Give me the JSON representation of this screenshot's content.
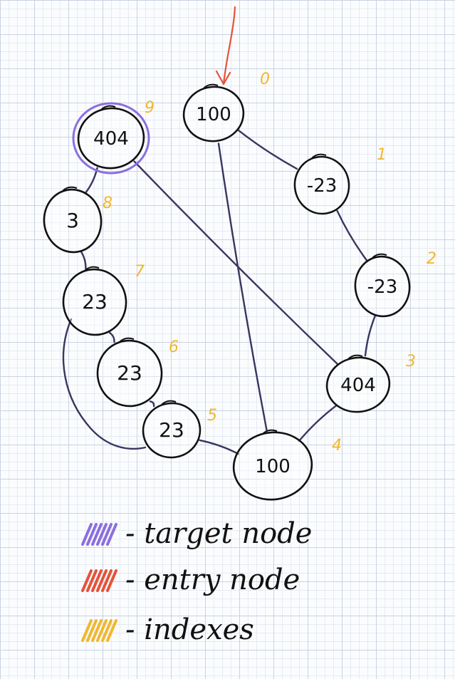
{
  "colors": {
    "edge": "#3a3560",
    "node_stroke": "#111111",
    "target": "#8b6fe0",
    "entry": "#e5533a",
    "index": "#f1b72e"
  },
  "nodes": [
    {
      "index": "0",
      "value": "100",
      "role": "entry"
    },
    {
      "index": "1",
      "value": "-23"
    },
    {
      "index": "2",
      "value": "-23"
    },
    {
      "index": "3",
      "value": "404"
    },
    {
      "index": "4",
      "value": "100"
    },
    {
      "index": "5",
      "value": "23"
    },
    {
      "index": "6",
      "value": "23"
    },
    {
      "index": "7",
      "value": "23"
    },
    {
      "index": "8",
      "value": "3"
    },
    {
      "index": "9",
      "value": "404",
      "role": "target"
    }
  ],
  "edges": [
    [
      "0",
      "1"
    ],
    [
      "1",
      "2"
    ],
    [
      "2",
      "3"
    ],
    [
      "3",
      "4"
    ],
    [
      "4",
      "5"
    ],
    [
      "5",
      "6"
    ],
    [
      "6",
      "7"
    ],
    [
      "7",
      "8"
    ],
    [
      "8",
      "9"
    ],
    [
      "0",
      "4"
    ],
    [
      "9",
      "3"
    ],
    [
      "7",
      "5"
    ]
  ],
  "legend": [
    {
      "color": "#8b6fe0",
      "label": "- target node"
    },
    {
      "color": "#e5533a",
      "label": "- entry node"
    },
    {
      "color": "#f1b72e",
      "label": "- indexes"
    }
  ]
}
